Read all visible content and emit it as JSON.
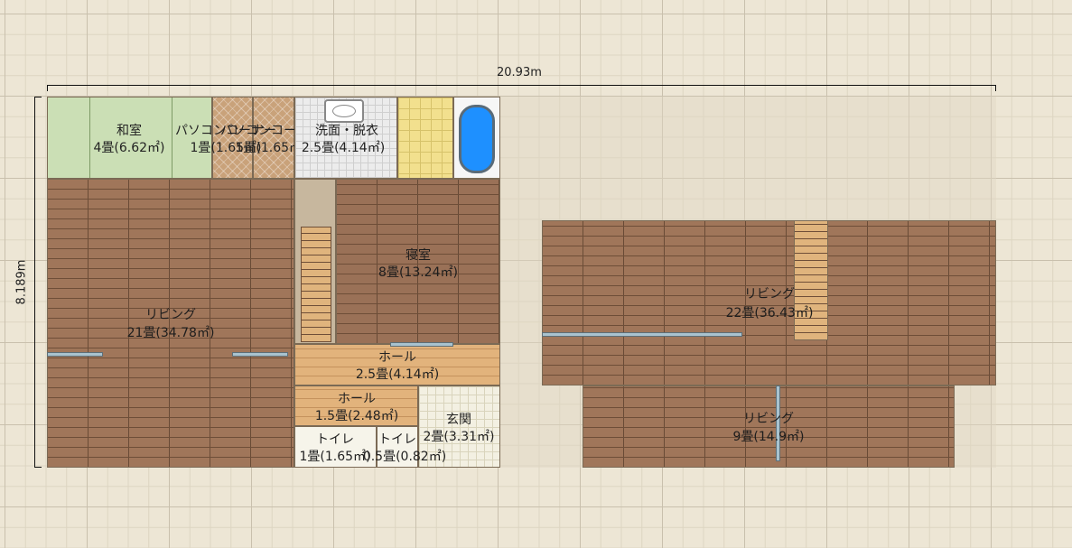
{
  "dimensions": {
    "width_label": "20.93m",
    "height_label": "8.189m"
  },
  "rooms": {
    "washitsu": {
      "name": "和室",
      "size": "4畳(6.62㎡)"
    },
    "pc_corner_1": {
      "name": "パソコンコーナー",
      "size": "1畳(1.65㎡)"
    },
    "pc_corner_2": {
      "name": "パソコンコーナー",
      "size": "1畳(1.65㎡)"
    },
    "senmen": {
      "name": "洗面・脱衣",
      "size": "2.5畳(4.14㎡)"
    },
    "living_west": {
      "name": "リビング",
      "size": "21畳(34.78㎡)"
    },
    "bedroom": {
      "name": "寝室",
      "size": "8畳(13.24㎡)"
    },
    "hall_1": {
      "name": "ホール",
      "size": "2.5畳(4.14㎡)"
    },
    "hall_2": {
      "name": "ホール",
      "size": "1.5畳(2.48㎡)"
    },
    "genkan": {
      "name": "玄関",
      "size": "2畳(3.31㎡)"
    },
    "toilet_1": {
      "name": "トイレ",
      "size": "1畳(1.65㎡)"
    },
    "toilet_2": {
      "name": "トイレ",
      "size": "0.5畳(0.82㎡)"
    },
    "living_east_upper": {
      "name": "リビング",
      "size": "22畳(36.43㎡)"
    },
    "living_east_lower": {
      "name": "リビング",
      "size": "9畳(14.9㎡)"
    }
  },
  "colors": {
    "wood": "#a0765a",
    "tatami": "#cbdfb5",
    "background": "#ede6d5"
  }
}
